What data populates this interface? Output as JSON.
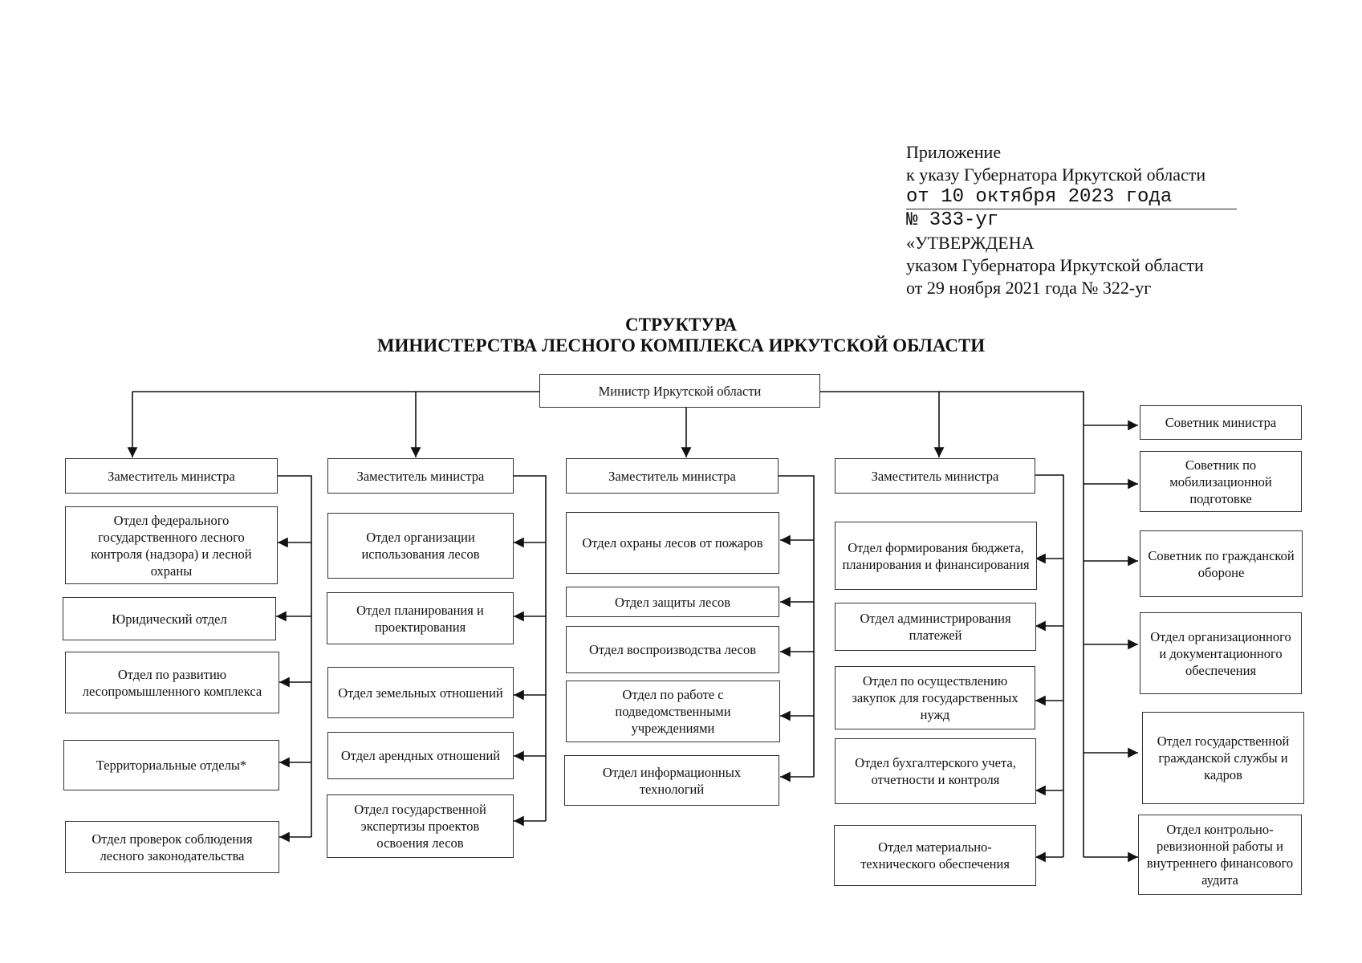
{
  "annex": {
    "line1": "Приложение",
    "line2": "к указу Губернатора Иркутской области",
    "line3": "от 10 октября 2023 года",
    "line4": "№ 333-уг",
    "line5": "«УТВЕРЖДЕНА",
    "line6": "указом Губернатора Иркутской области",
    "line7": "от 29 ноября 2021 года № 322-уг"
  },
  "title": {
    "line1": "СТРУКТУРА",
    "line2": "МИНИСТЕРСТВА ЛЕСНОГО КОМПЛЕКСА ИРКУТСКОЙ ОБЛАСТИ"
  },
  "minister": "Министр Иркутской области",
  "columns": [
    {
      "deputy": "Заместитель министра",
      "departments": [
        "Отдел федерального государственного лесного контроля (надзора) и лесной охраны",
        "Юридический отдел",
        "Отдел по развитию лесопромышленного комплекса",
        "Территориальные отделы*",
        "Отдел проверок соблюдения лесного законодательства"
      ]
    },
    {
      "deputy": "Заместитель министра",
      "departments": [
        "Отдел организации использования лесов",
        "Отдел планирования и проектирования",
        "Отдел земельных отношений",
        "Отдел арендных отношений",
        "Отдел государственной экспертизы проектов освоения лесов"
      ]
    },
    {
      "deputy": "Заместитель министра",
      "departments": [
        "Отдел охраны лесов от пожаров",
        "Отдел защиты лесов",
        "Отдел воспроизводства лесов",
        "Отдел по работе с подведомственными учреждениями",
        "Отдел информационных технологий"
      ]
    },
    {
      "deputy": "Заместитель министра",
      "departments": [
        "Отдел формирования бюджета, планирования и финансирования",
        "Отдел администрирования платежей",
        "Отдел по осуществлению закупок для государственных нужд",
        "Отдел бухгалтерского учета, отчетности и контроля",
        "Отдел материально-технического обеспечения"
      ]
    }
  ],
  "direct_units": [
    "Советник министра",
    "Советник по мобилизационной подготовке",
    "Советник по гражданской обороне",
    "Отдел организационного и документационного обеспечения",
    "Отдел государственной гражданской службы и кадров",
    "Отдел контрольно-ревизионной работы и внутреннего финансового аудита"
  ]
}
